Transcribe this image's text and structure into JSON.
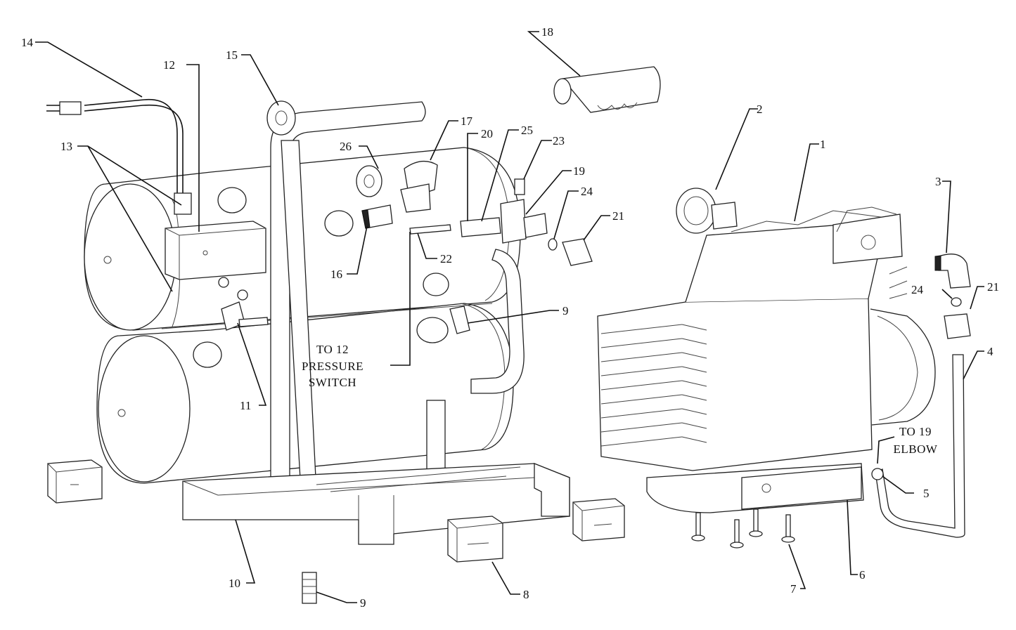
{
  "callouts": {
    "c14": "14",
    "c12": "12",
    "c15": "15",
    "c18": "18",
    "c13": "13",
    "c17": "17",
    "c20": "20",
    "c25": "25",
    "c23": "23",
    "c26": "26",
    "c19": "19",
    "c24a": "24",
    "c21a": "21",
    "c16": "16",
    "c22": "22",
    "c9a": "9",
    "c11": "11",
    "c10": "10",
    "c9b": "9",
    "c8": "8",
    "c2": "2",
    "c1": "1",
    "c3": "3",
    "c24b": "24",
    "c21b": "21",
    "c4": "4",
    "c5": "5",
    "c6": "6",
    "c7": "7"
  },
  "notes": {
    "pressure_switch": [
      "TO 12",
      "PRESSURE",
      "SWITCH"
    ],
    "elbow": [
      "TO 19",
      "ELBOW"
    ]
  }
}
